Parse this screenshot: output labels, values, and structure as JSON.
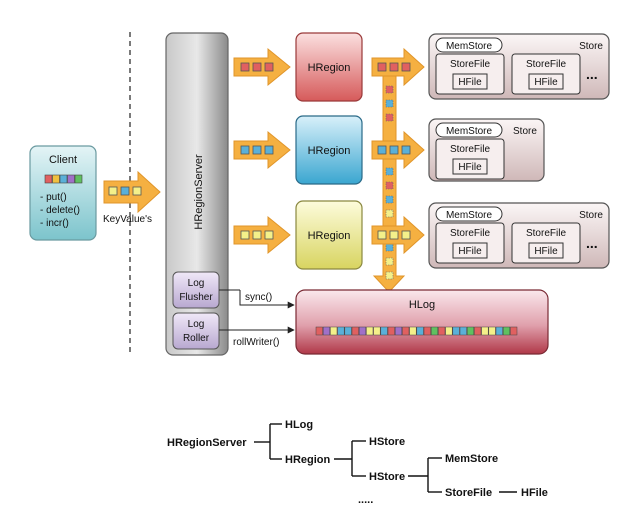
{
  "client": {
    "title": "Client",
    "methods": [
      "- put()",
      "- delete()",
      "- incr()"
    ],
    "strip_colors": [
      "#e06060",
      "#f0c040",
      "#5ab0d8",
      "#a070c8",
      "#60c060"
    ]
  },
  "keyvalue_label": "KeyValue's",
  "server": {
    "title": "HRegionServer",
    "log_flusher": [
      "Log",
      "Flusher"
    ],
    "log_roller": [
      "Log",
      "Roller"
    ]
  },
  "regions": [
    {
      "label": "HRegion",
      "color": "#e07070",
      "square_color": "#e06060"
    },
    {
      "label": "HRegion",
      "color": "#58b8dc",
      "square_color": "#5ab0d8"
    },
    {
      "label": "HRegion",
      "color": "#f0ec90",
      "square_color": "#f4f08a"
    }
  ],
  "stores": [
    {
      "memstore": "MemStore",
      "store": "Store",
      "storefiles": [
        "StoreFile",
        "StoreFile"
      ],
      "hfile": "HFile",
      "more": "..."
    },
    {
      "memstore": "MemStore",
      "store": "Store",
      "storefiles": [
        "StoreFile"
      ],
      "hfile": "HFile",
      "more": ""
    },
    {
      "memstore": "MemStore",
      "store": "Store",
      "storefiles": [
        "StoreFile",
        "StoreFile"
      ],
      "hfile": "HFile",
      "more": "..."
    }
  ],
  "hlog": {
    "title": "HLog",
    "sync_label": "sync()",
    "rollwriter_label": "rollWriter()"
  },
  "tree": {
    "root": "HRegionServer",
    "hlog": "HLog",
    "hregion": "HRegion",
    "hstore1": "HStore",
    "hstore2": "HStore",
    "memstore": "MemStore",
    "storefile": "StoreFile",
    "hfile": "HFile",
    "ellipsis": "....."
  },
  "colors": {
    "arrow": "#f5b041",
    "arrow_stroke": "#e0952a",
    "client": "#a8d8e0",
    "server": "#9a9a9a",
    "hlog": "#c05060",
    "store_bg": "#d8c8c8"
  }
}
